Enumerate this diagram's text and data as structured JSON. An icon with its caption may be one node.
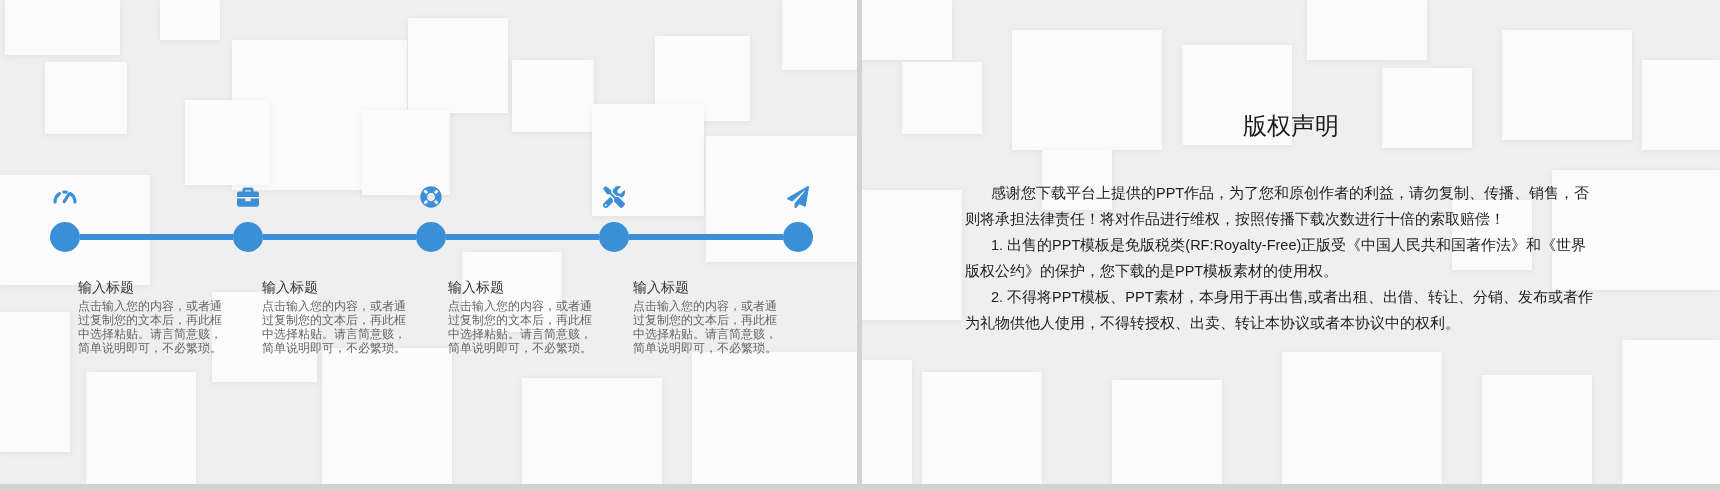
{
  "diagram": {
    "title": "版权声明",
    "nodes": [
      {
        "text": [],
        "shape": "circle",
        "beside": [
          "输入标题",
          "点击输入您的内容，或者通过复制您的文本后，再此框中选择粘贴。请言简意赅，简单说明即可，不必繁琐。"
        ]
      },
      {
        "text": [],
        "shape": "circle",
        "beside": [
          "输入标题",
          "点击输入您的内容，或者通过复制您的文本后，再此框中选择粘贴。请言简意赅，简单说明即可，不必繁琐。"
        ]
      },
      {
        "text": [],
        "shape": "circle",
        "beside": [
          "输入标题",
          "点击输入您的内容，或者通过复制您的文本后，再此框中选择粘贴。请言简意赅，简单说明即可，不必繁琐。"
        ]
      },
      {
        "text": [],
        "shape": "circle",
        "beside": [
          "输入标题",
          "点击输入您的内容，或者通过复制您的文本后，再此框中选择粘贴。请言简意赅，简单说明即可，不必繁琐。"
        ]
      },
      {
        "text": [],
        "shape": "circle"
      }
    ],
    "edges": [
      {
        "from": 0,
        "to": 1,
        "arrow": "none"
      },
      {
        "from": 1,
        "to": 2,
        "arrow": "none"
      },
      {
        "from": 2,
        "to": 3,
        "arrow": "none"
      },
      {
        "from": 3,
        "to": 4,
        "arrow": "none"
      }
    ],
    "labels": [
      "感谢您下载平台上提供的PPT作品，为了您和原创作者的利益，请勿复制、传播、销售，否则将承担法律责任！将对作品进行维权，按照传播下载次数进行十倍的索取赔偿！",
      "1. 出售的PPT模板是免版税类(RF:Royalty-Free)正版受《中国人民共和国著作法》和《世界版权公约》的保护，您下载的是PPT模板素材的使用权。",
      "2. 不得将PPT模板、PPT素材，本身用于再出售,或者出租、出借、转让、分销、发布或者作为礼物供他人使用，不得转授权、出卖、转让本协议或者本协议中的权利。"
    ]
  }
}
